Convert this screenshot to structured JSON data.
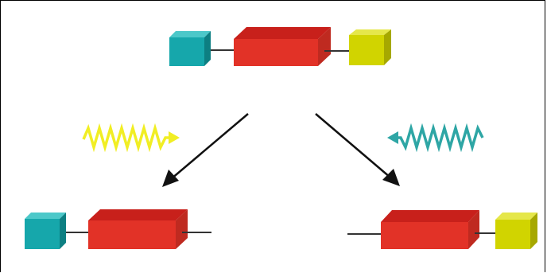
{
  "colors": {
    "teal": "#16a7ab",
    "red": "#e23227",
    "yellow": "#d1d400",
    "yellow_signal": "#f1ee24",
    "teal_signal": "#2ea6a5",
    "connector": "#333333",
    "arrow": "#111111"
  },
  "blocks": {
    "top": [
      "teal-cube",
      "red-block",
      "yellow-cube"
    ],
    "bottom_left": [
      "teal-cube",
      "red-block"
    ],
    "bottom_right": [
      "red-block",
      "yellow-cube"
    ]
  },
  "signals": {
    "left": {
      "shape": "zigzag-arrow",
      "direction": "right",
      "color": "yellow"
    },
    "right": {
      "shape": "zigzag-arrow",
      "direction": "left",
      "color": "teal"
    }
  },
  "arrows": [
    "top-to-bottom-left",
    "top-to-bottom-right"
  ]
}
